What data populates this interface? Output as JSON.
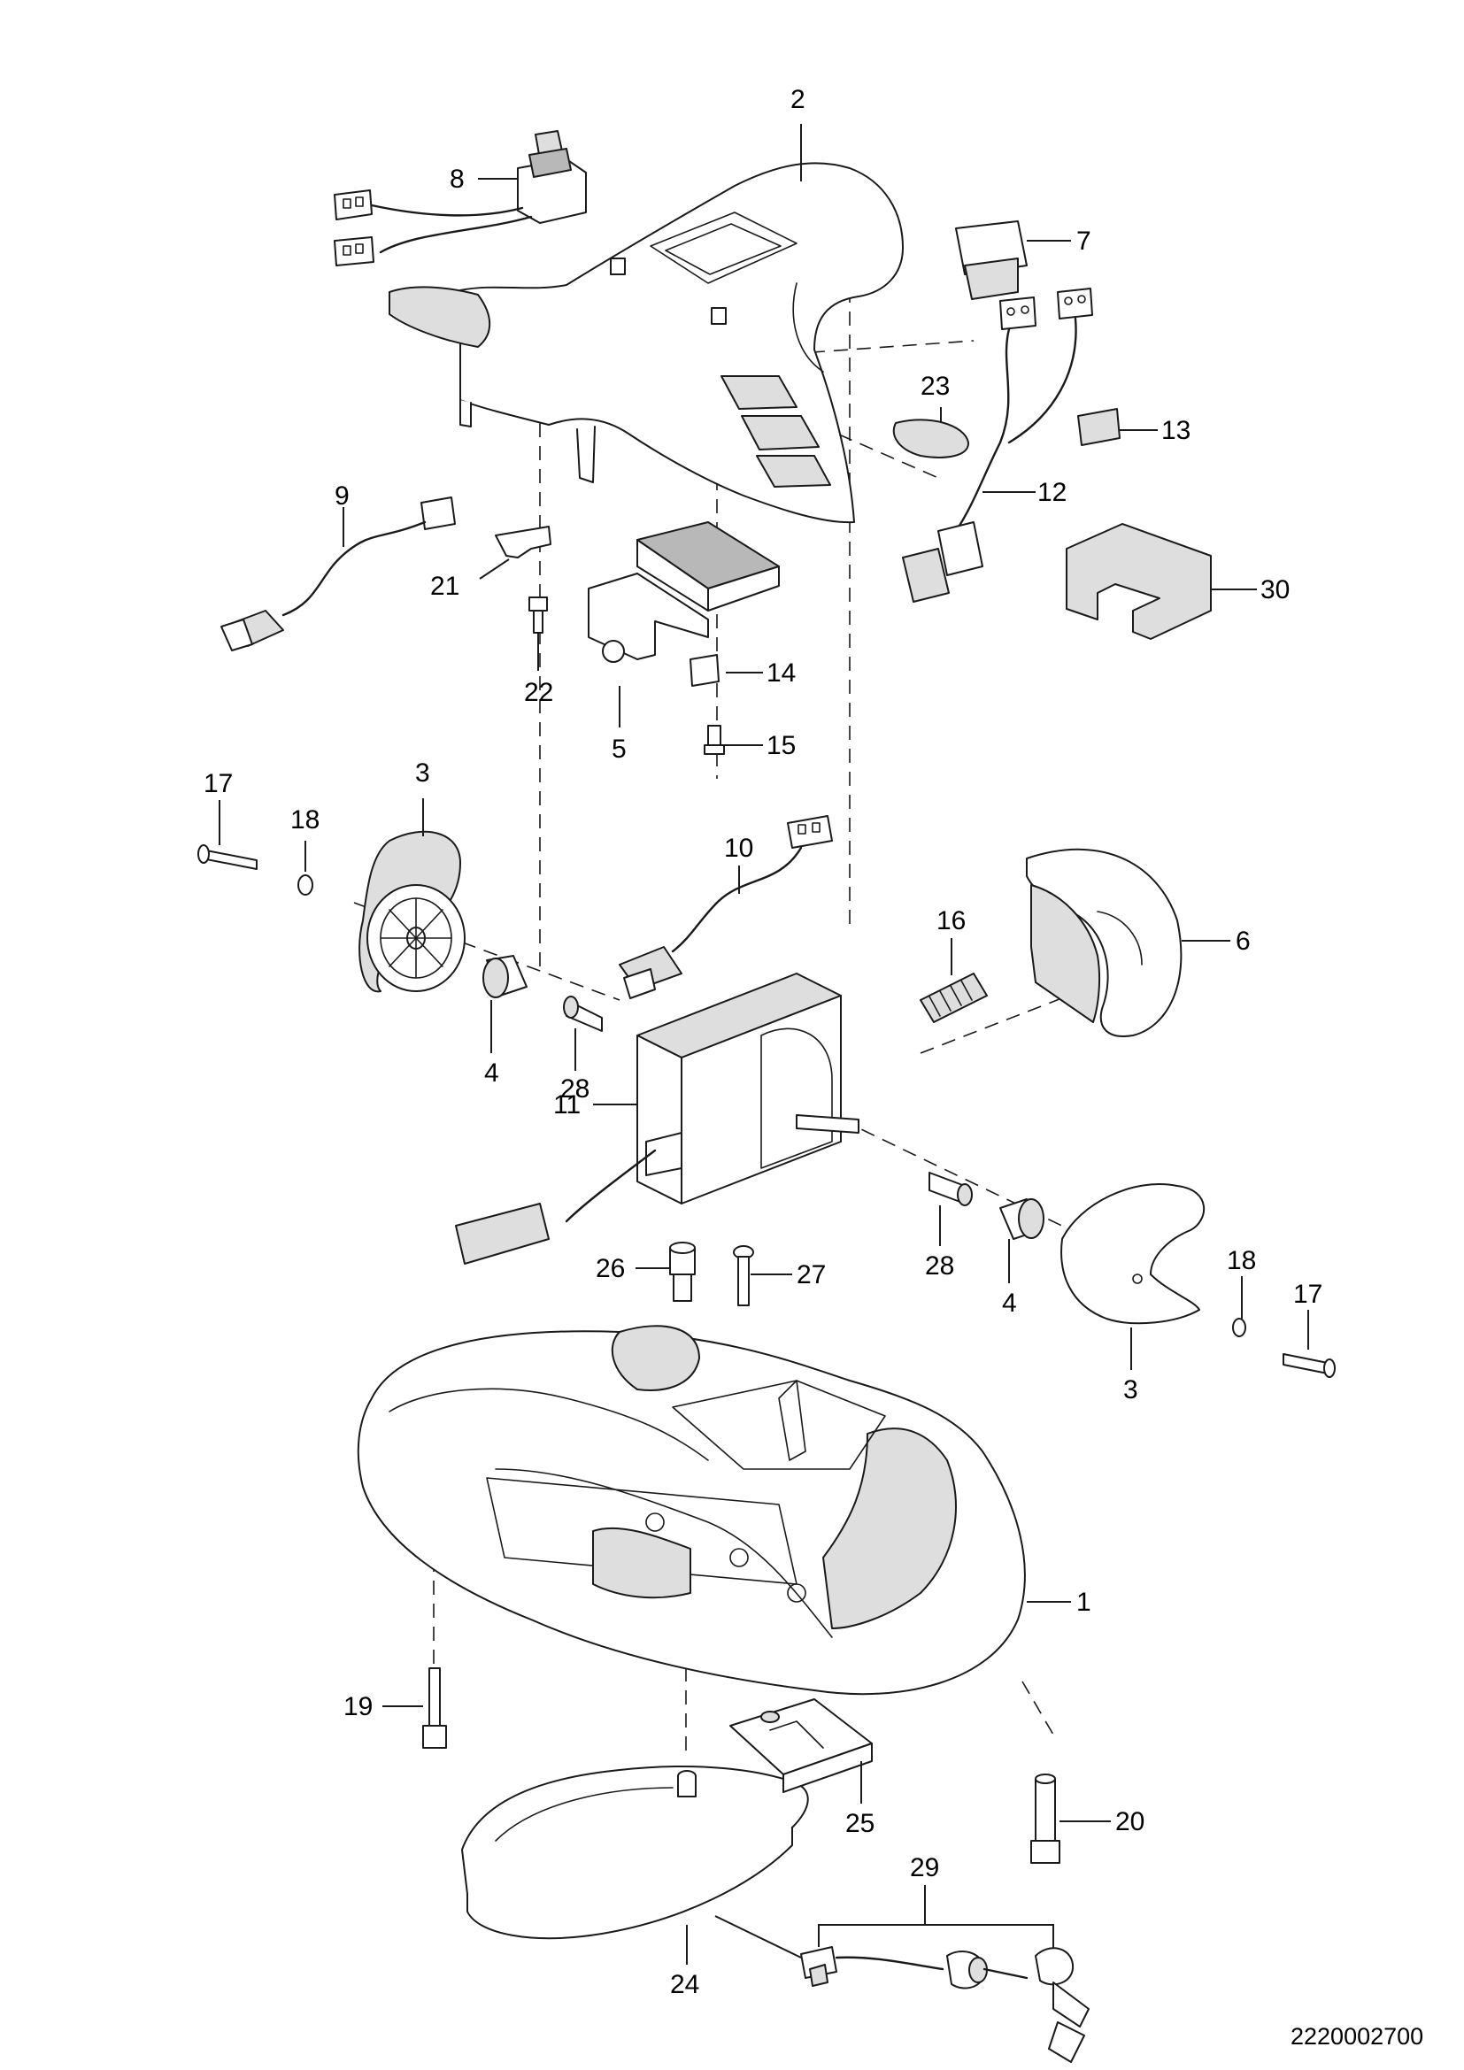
{
  "callouts": {
    "c1": "1",
    "c2": "2",
    "c3a": "3",
    "c3b": "3",
    "c4a": "4",
    "c4b": "4",
    "c5": "5",
    "c6": "6",
    "c7": "7",
    "c8": "8",
    "c9": "9",
    "c10": "10",
    "c11": "11",
    "c12": "12",
    "c13": "13",
    "c14": "14",
    "c15": "15",
    "c16": "16",
    "c17a": "17",
    "c17b": "17",
    "c18a": "18",
    "c18b": "18",
    "c19": "19",
    "c20": "20",
    "c21": "21",
    "c22": "22",
    "c23": "23",
    "c24": "24",
    "c25": "25",
    "c26": "26",
    "c27": "27",
    "c28a": "28",
    "c28b": "28",
    "c29": "29",
    "c30": "30"
  },
  "drawing_number": "2220002700"
}
